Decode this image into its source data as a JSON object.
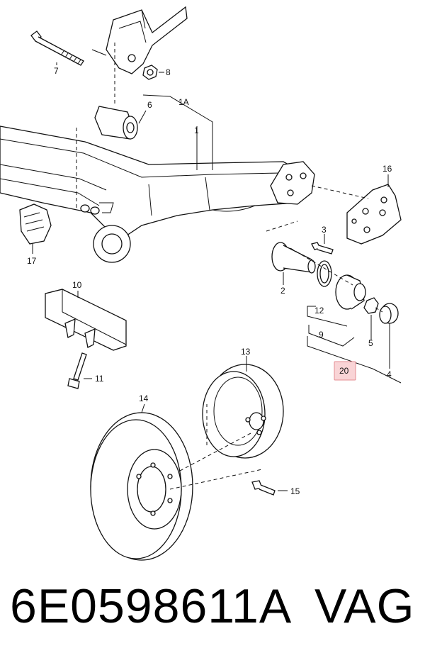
{
  "callouts": {
    "c1": "1",
    "c1a": "1A",
    "c2": "2",
    "c3": "3",
    "c4": "4",
    "c5": "5",
    "c6": "6",
    "c7": "7",
    "c8": "8",
    "c9": "9",
    "c10": "10",
    "c11": "11",
    "c12": "12",
    "c13": "13",
    "c14": "14",
    "c15": "15",
    "c16": "16",
    "c17": "17",
    "c20": "20"
  },
  "highlight_color": "#f9d4d6",
  "footer": {
    "part_number": "6E0598611A",
    "brand": "VAG"
  }
}
